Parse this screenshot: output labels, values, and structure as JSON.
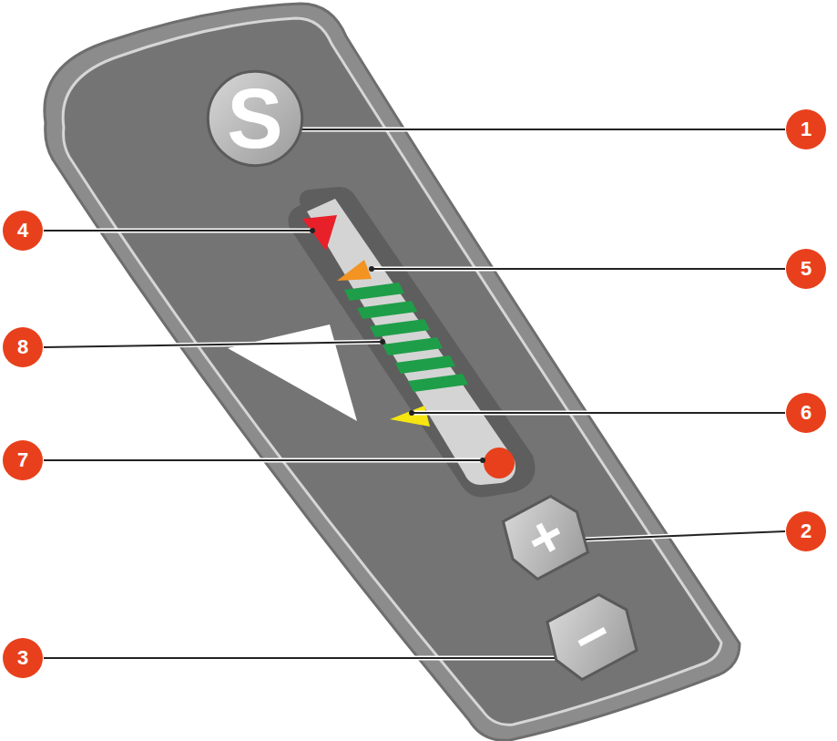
{
  "diagram": {
    "nodes": [
      {
        "text": [
          "S"
        ]
      },
      {
        "text": [
          "+"
        ]
      },
      {
        "text": [
          "−"
        ]
      }
    ],
    "labels": [
      "1",
      "4",
      "5",
      "8",
      "6",
      "7",
      "2",
      "3"
    ]
  }
}
